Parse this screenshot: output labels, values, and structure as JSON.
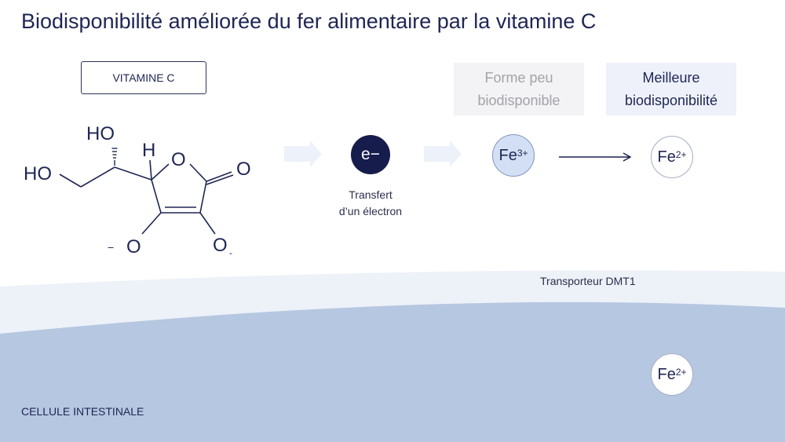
{
  "title": "Biodisponibilité améliorée du fer alimentaire par la vitamine C",
  "vitamin_box": "VITAMINE C",
  "molecule": {
    "atoms": {
      "ho_top": "HO",
      "h": "H",
      "ho_left": "HO",
      "o_ring": "O",
      "o_carbonyl": "O",
      "o_minus_left": "O",
      "o_minus_right": "O",
      "charge_left": "−",
      "charge_right": "-"
    }
  },
  "electron": {
    "symbol": "e−",
    "caption_line1": "Transfert",
    "caption_line2": "d’un électron"
  },
  "boxes": {
    "poor_line1": "Forme peu",
    "poor_line2": "biodisponible",
    "better_line1": "Meilleure",
    "better_line2": "biodisponibilité"
  },
  "ions": {
    "fe3_base": "Fe",
    "fe3_charge": "3+",
    "fe2_base": "Fe",
    "fe2_charge": "2+",
    "fe2_cell_base": "Fe",
    "fe2_cell_charge": "2+"
  },
  "transporter_label": "Transporteur DMT1",
  "cell_label": "CELLULE INTESTINALE",
  "colors": {
    "title": "#1f2654",
    "electron": "#161d4c",
    "fe3_fill": "#d3dff5",
    "membrane_light": "#edf1f8",
    "cell_fill": "#b6c7e1"
  },
  "icons": [
    "chevron-right-arrow-icon",
    "long-right-arrow-icon"
  ]
}
